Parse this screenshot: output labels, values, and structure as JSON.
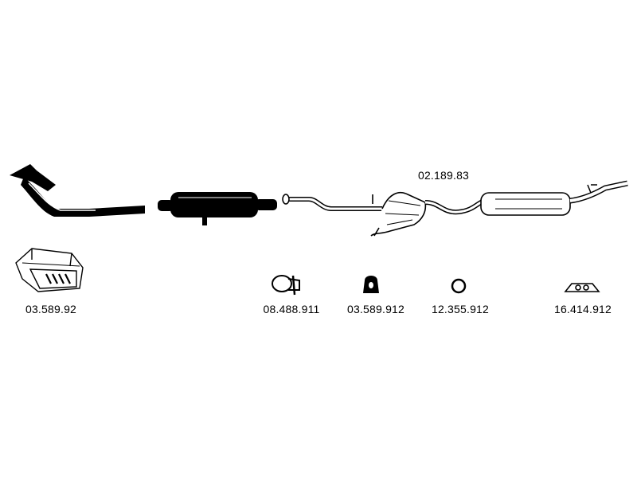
{
  "diagram": {
    "main_part": {
      "code": "02.189.83"
    },
    "parts": [
      {
        "code": "03.589.92",
        "icon": "mounting-kit-box-icon"
      },
      {
        "code": "08.488.911",
        "icon": "pipe-clamp-icon"
      },
      {
        "code": "03.589.912",
        "icon": "rubber-hanger-icon"
      },
      {
        "code": "12.355.912",
        "icon": "sealing-ring-icon"
      },
      {
        "code": "16.414.912",
        "icon": "exhaust-gasket-icon"
      }
    ]
  }
}
